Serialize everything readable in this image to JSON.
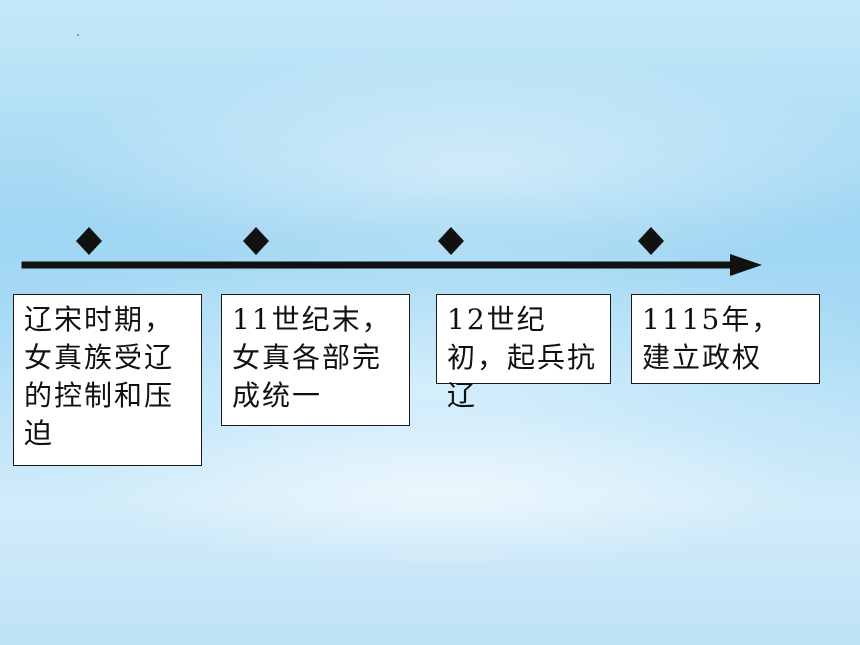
{
  "events": [
    {
      "text": "辽宋时期，女真族受辽的控制和压迫"
    },
    {
      "text": "11世纪末，女真各部完成统一"
    },
    {
      "text": "12世纪初，起兵抗辽"
    },
    {
      "text": "1115年，建立政权"
    }
  ],
  "colors": {
    "line": "#111111",
    "box_border": "#1a1a1a",
    "box_fill": "#ffffff",
    "background": "#a9dbf5"
  },
  "icons": {
    "marker": "diamond-icon",
    "arrow": "arrowhead-icon"
  }
}
